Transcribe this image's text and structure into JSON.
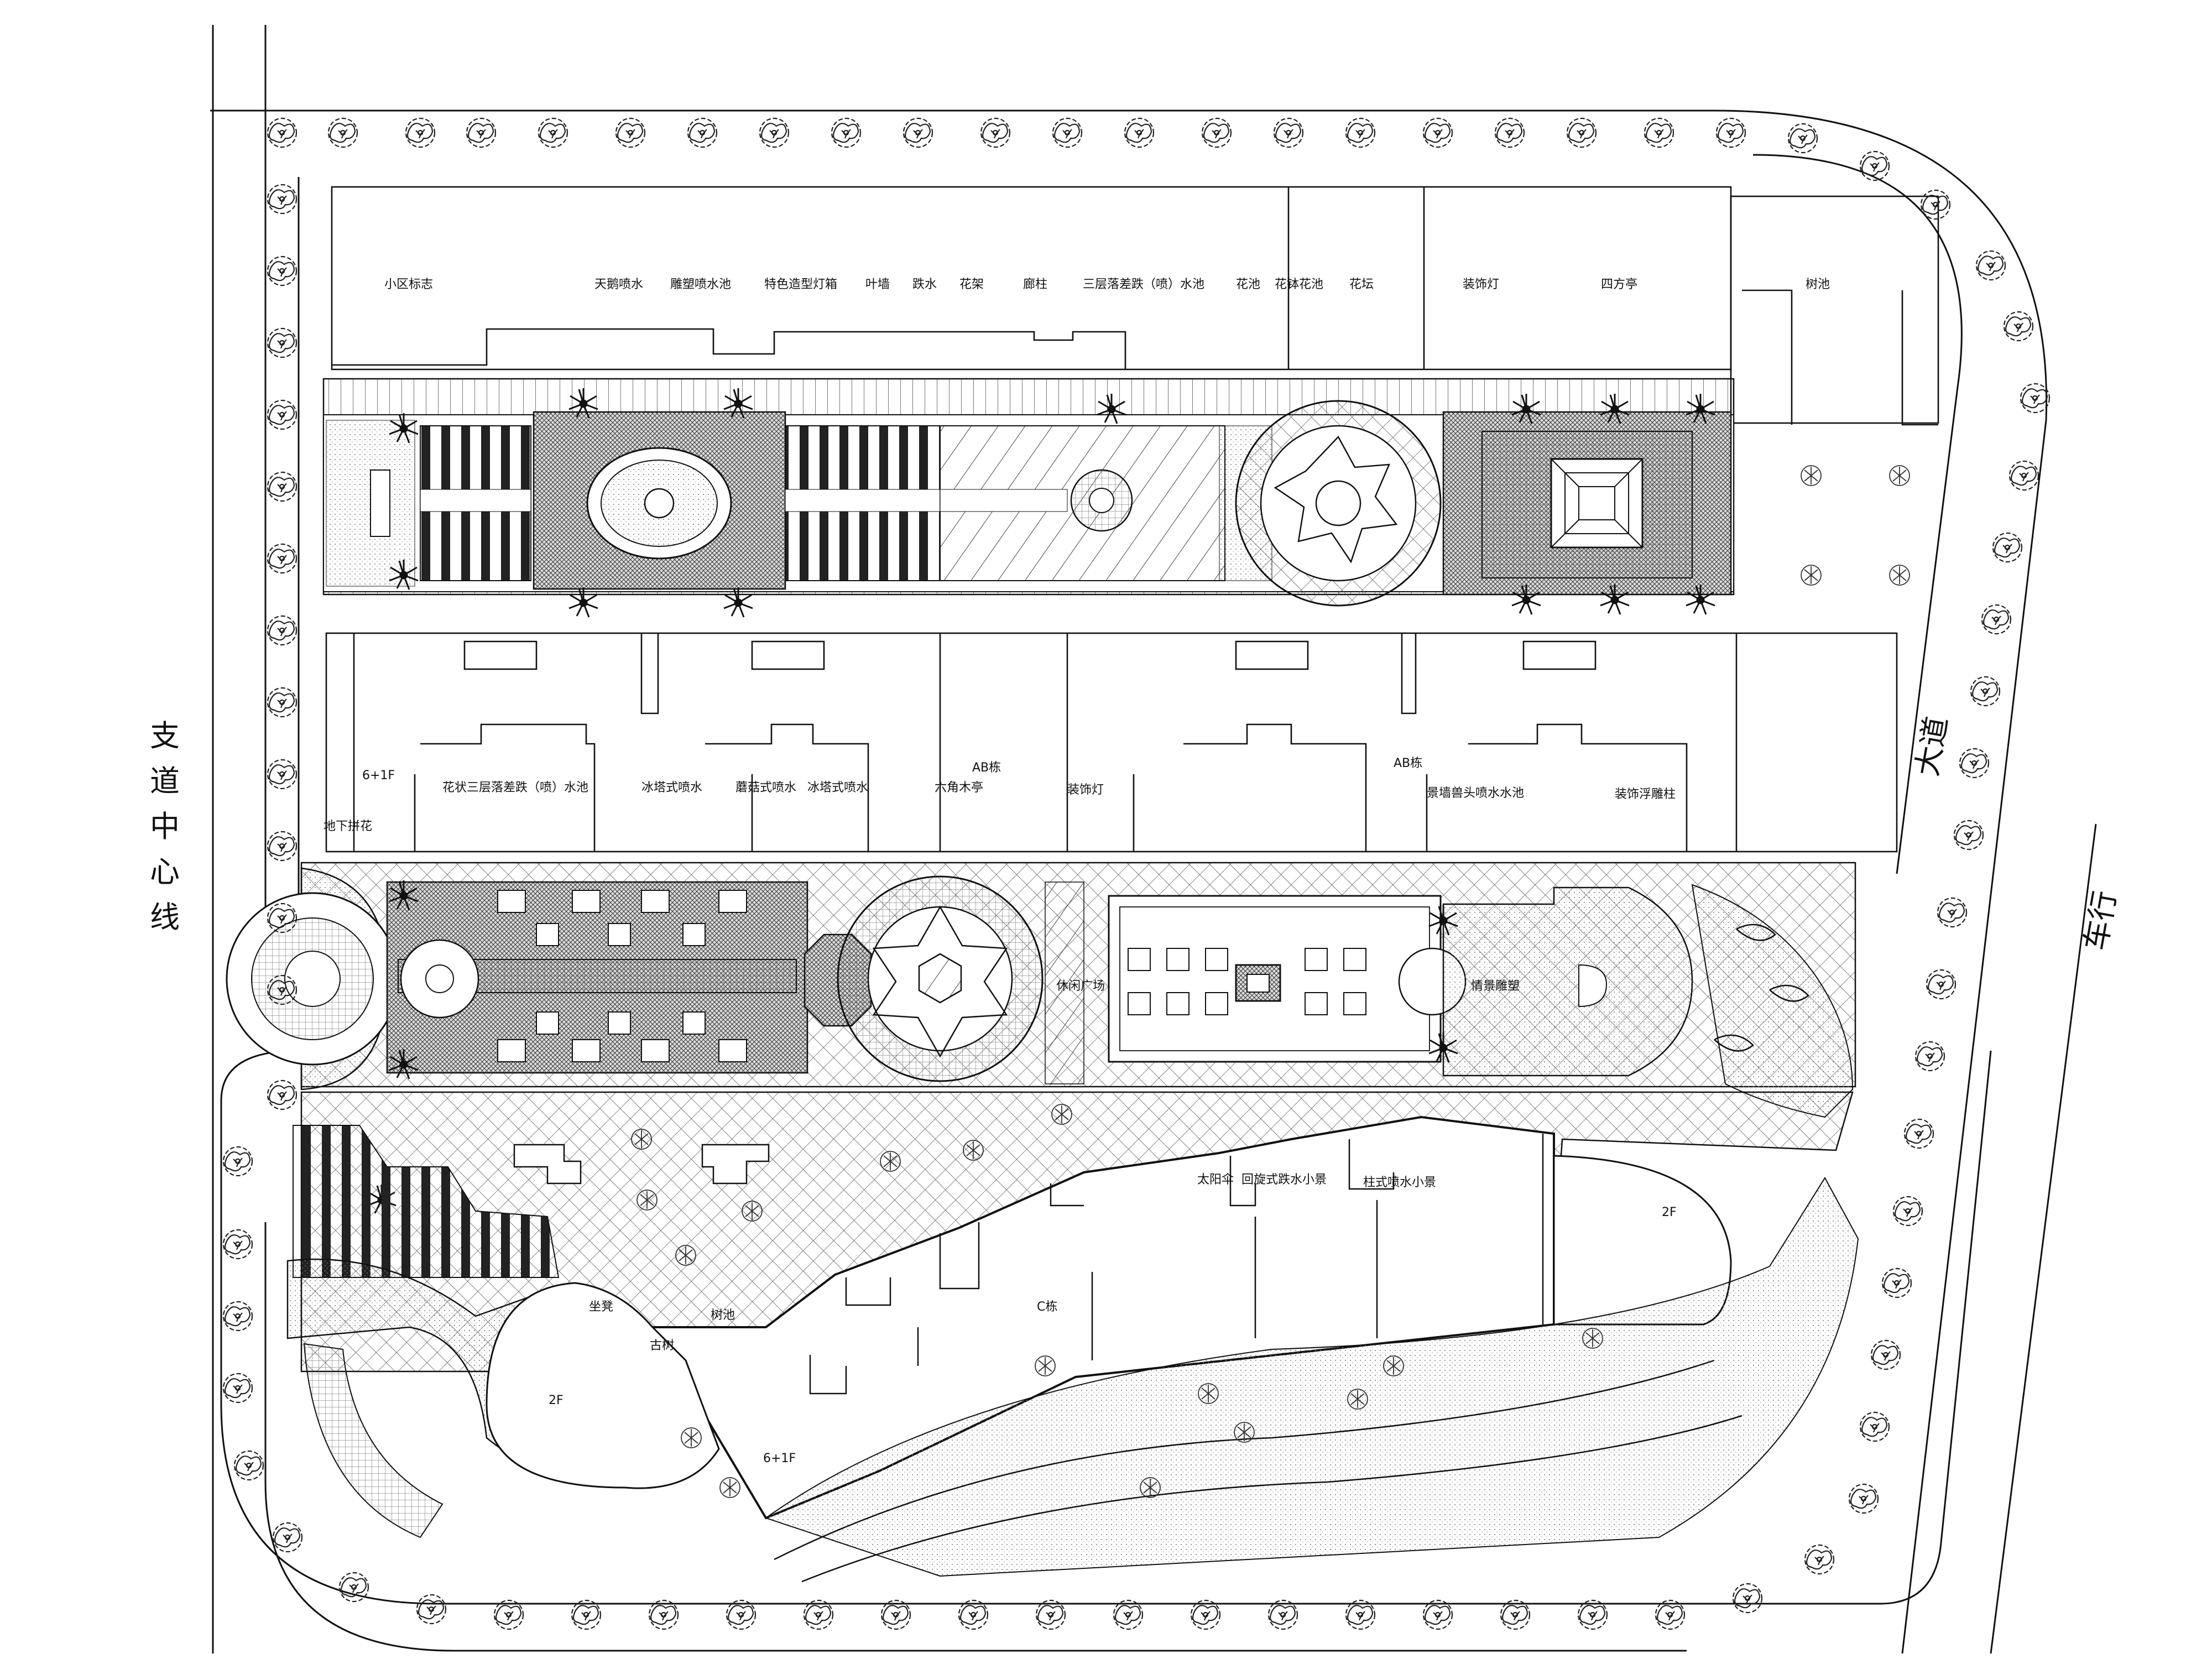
{
  "roads": {
    "branch_road": "支道中心线",
    "main_road_1": "大道",
    "main_road_2": "车行"
  },
  "features_top": [
    "小区标志",
    "天鹅喷水",
    "雕塑喷水池",
    "特色造型灯箱",
    "叶墙",
    "跌水",
    "花架",
    "廊柱",
    "三层落差跌（喷）水池",
    "花池",
    "花钵花池",
    "花坛",
    "装饰灯",
    "四方亭",
    "树池"
  ],
  "features_mid": [
    "6+1F",
    "地下拼花",
    "花状三层落差跌（喷）水池",
    "冰塔式喷水",
    "蘑菇式喷水",
    "冰塔式喷水",
    "六角木亭",
    "AB栋",
    "装饰灯",
    "AB栋",
    "景墙兽头喷水水池",
    "装饰浮雕柱"
  ],
  "features_plaza": [
    "休闲广场",
    "情景雕塑"
  ],
  "features_bottom": [
    "太阳伞",
    "回旋式跌水小景",
    "柱式喷水小景",
    "2F",
    "坐凳",
    "古树",
    "树池",
    "C栋",
    "2F",
    "6+1F"
  ],
  "colors": {
    "line": "#111111",
    "paper": "#ffffff",
    "hatch": "#555555"
  }
}
